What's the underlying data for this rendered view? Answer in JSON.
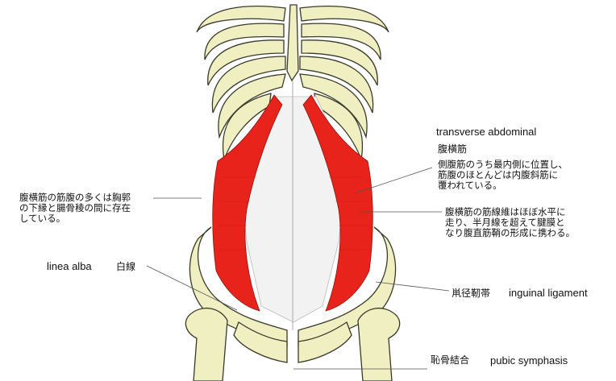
{
  "labels": {
    "transverse_en": "transverse abdominal",
    "transverse_jp": "腹横筋",
    "transverse_desc": "側腹筋のうち最内側に位置し、\n筋腹のほとんどは内腹斜筋に\n覆われている。",
    "fibers_desc": "腹横筋の筋線維はほぼ水平に\n走り、半月線を超えて腱膜と\nなり腹直筋鞘の形成に携わる。",
    "left_desc": "腹横筋の筋腹の多くは胸郭\nの下縁と腸骨稜の間に存在\nしている。",
    "linea_en": "linea alba",
    "linea_jp": "白線",
    "inguinal_jp": "鼡径靭帯",
    "inguinal_en": "inguinal ligament",
    "pubic_jp": "恥骨結合",
    "pubic_en": "pubic symphasis"
  },
  "colors": {
    "bone_fill": "#f0efc2",
    "bone_stroke": "#3a3a2a",
    "muscle": "#e8231c",
    "aponeurosis": "#f2f2f2",
    "leader_line": "#555555"
  }
}
